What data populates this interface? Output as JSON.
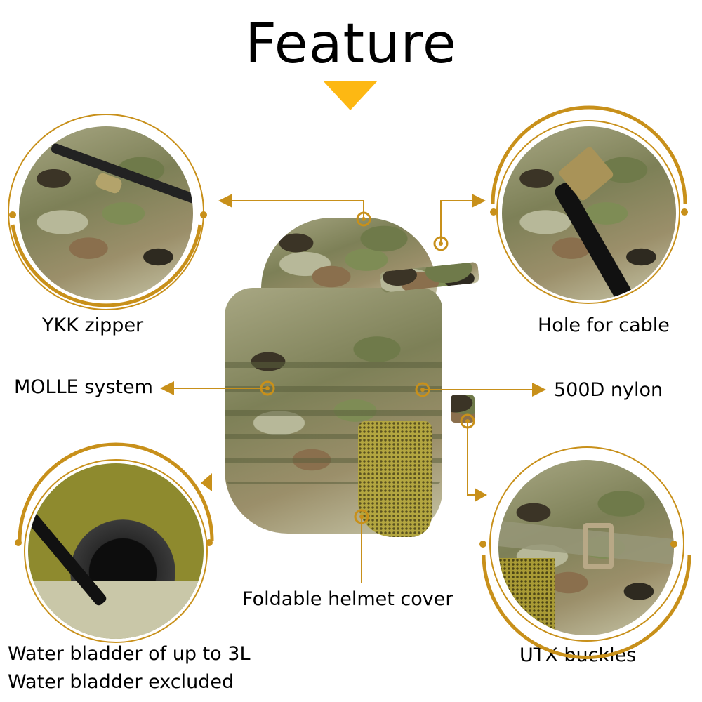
{
  "title": "Feature",
  "colors": {
    "accent_gold": "#D4A017",
    "title_arrow": "#FDB813",
    "ring_gold": "#C8901A",
    "text": "#000000",
    "background": "#FFFFFF"
  },
  "features": {
    "ykk_zipper": {
      "label": "YKK zipper",
      "icon": "zipper-closeup-photo"
    },
    "hole_for_cable": {
      "label": "Hole for cable",
      "icon": "cable-hole-closeup-photo"
    },
    "molle_system": {
      "label": "MOLLE system"
    },
    "nylon": {
      "label": "500D nylon"
    },
    "helmet_cover": {
      "label": "Foldable helmet cover"
    },
    "water_bladder": {
      "label_line1": "Water bladder of up to 3L",
      "label_line2": "Water bladder excluded",
      "icon": "bladder-compartment-photo"
    },
    "utx_buckles": {
      "label": "UTX buckles",
      "icon": "buckle-closeup-photo"
    }
  },
  "product": {
    "icon": "camo-backpack-photo"
  }
}
